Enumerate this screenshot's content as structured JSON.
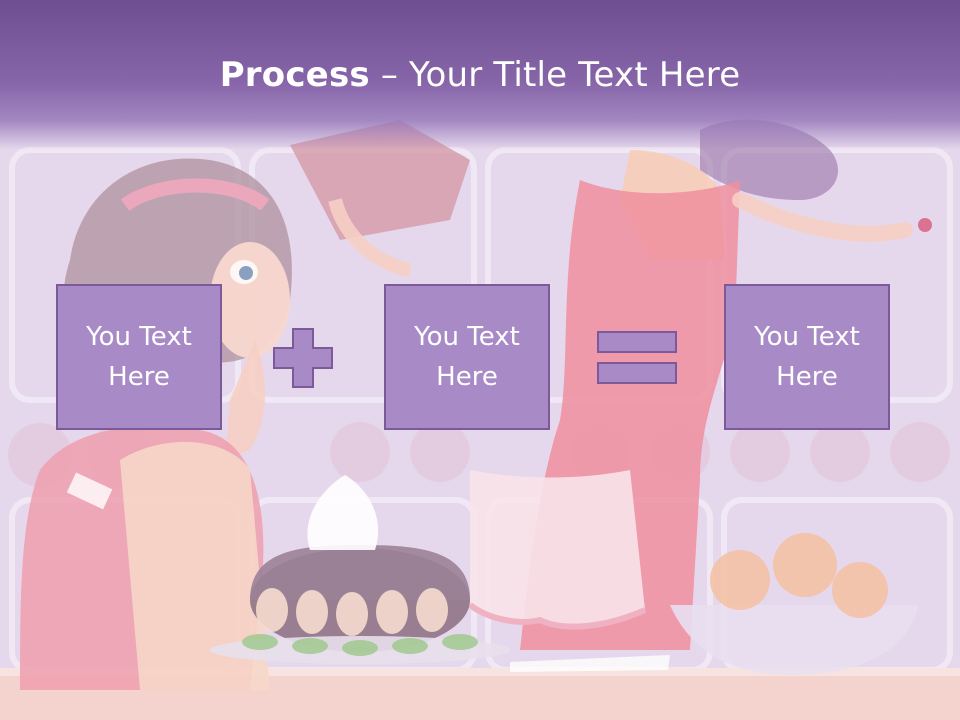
{
  "slide": {
    "title": {
      "bold": "Process",
      "rest": " – Your Title Text Here"
    },
    "boxes": [
      {
        "text": "You Text\nHere"
      },
      {
        "text": "You Text\nHere"
      },
      {
        "text": "You Text\nHere"
      }
    ],
    "operators": {
      "first": "plus-icon",
      "second": "equals-icon"
    },
    "colors": {
      "title_band": "#7d5c9f",
      "box_fill": "#a78ac6",
      "box_border": "#7c5a9a",
      "text": "#ffffff"
    }
  }
}
